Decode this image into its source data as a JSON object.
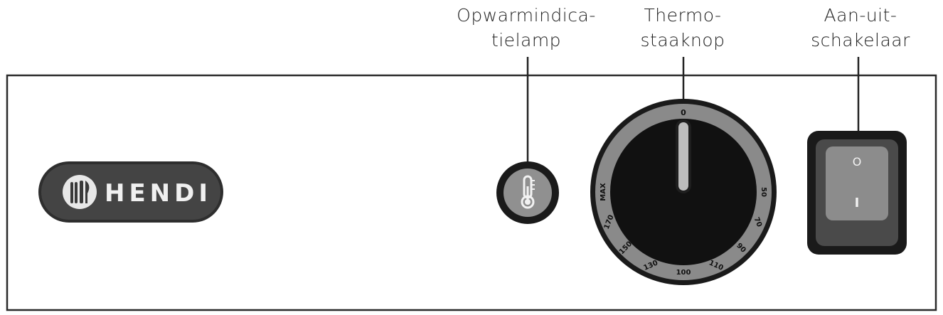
{
  "callouts": {
    "indicator": {
      "line1": "Opwarmindica-",
      "line2": "tielamp"
    },
    "thermostat": {
      "line1": "Thermo-",
      "line2": "staaknop"
    },
    "switch": {
      "line1": "Aan-uit-",
      "line2": "schakelaar"
    }
  },
  "logo": {
    "text": "HENDI"
  },
  "dial": {
    "top_mark": "0",
    "scale": [
      "MAX",
      "170",
      "150",
      "130",
      "100",
      "110",
      "90",
      "70",
      "50"
    ]
  },
  "switch": {
    "off_symbol": "O",
    "on_symbol": "I"
  },
  "colors": {
    "panel_border": "#2a2a2a",
    "logo_bg": "#3a3a3a",
    "dial_face": "#111111",
    "dial_ring": "#8a8a8a",
    "indicator_amber": "#909090",
    "switch_body": "#4a4a4a",
    "switch_rocker": "#8c8c8c"
  },
  "icons": {
    "indicator": "thermometer-icon",
    "logo_mark": "cutlery-icon"
  }
}
